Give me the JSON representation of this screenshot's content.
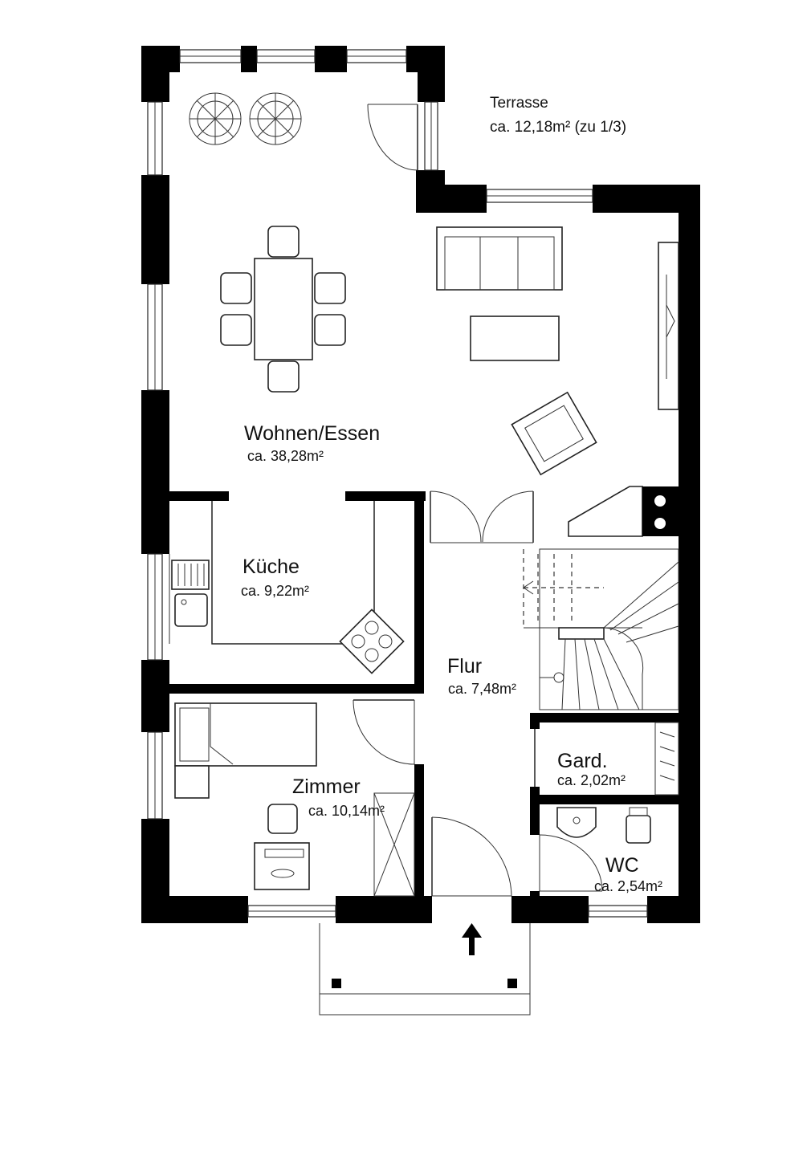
{
  "plan": {
    "rooms": [
      {
        "id": "wohnen",
        "name": "Wohnen/Essen",
        "area": "ca. 38,28m²"
      },
      {
        "id": "kueche",
        "name": "Küche",
        "area": "ca. 9,22m²"
      },
      {
        "id": "flur",
        "name": "Flur",
        "area": "ca. 7,48m²"
      },
      {
        "id": "zimmer",
        "name": "Zimmer",
        "area": "ca. 10,14m²"
      },
      {
        "id": "gard",
        "name": "Gard.",
        "area": "ca. 2,02m²"
      },
      {
        "id": "wc",
        "name": "WC",
        "area": "ca. 2,54m²"
      }
    ],
    "terrace": {
      "name": "Terrasse",
      "area": "ca. 12,18m² (zu 1/3)"
    },
    "icons": [
      "plant-icon",
      "dining-table-icon",
      "sofa-icon",
      "coffee-table-icon",
      "armchair-icon",
      "fireplace-icon",
      "stove-icon",
      "sink-icon",
      "staircase-icon",
      "bed-icon",
      "desk-icon",
      "toilet-icon",
      "washbasin-icon",
      "entrance-arrow-icon"
    ]
  }
}
